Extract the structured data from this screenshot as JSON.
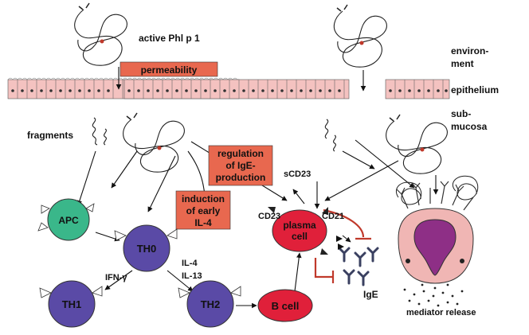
{
  "labels": {
    "active_phl": "active Phl p 1",
    "environment_1": "environ-",
    "environment_2": "ment",
    "epithelium": "epithelium",
    "submucosa_1": "sub-",
    "submucosa_2": "mucosa",
    "fragments": "fragments",
    "ifn_gamma": "IFN-γ",
    "il4": "IL-4",
    "il13": "IL-13",
    "scd23": "sCD23",
    "cd23": "CD23",
    "cd21": "CD21",
    "ige": "IgE",
    "mediator_release": "mediator release"
  },
  "boxes": {
    "permeability": "permeability",
    "regulation": [
      "regulation",
      "of IgE-",
      "production"
    ],
    "induction": [
      "induction",
      "of early",
      "IL-4"
    ]
  },
  "cells": {
    "apc": "APC",
    "th0": "TH0",
    "th1": "TH1",
    "th2": "TH2",
    "bcell": "B cell",
    "plasma": [
      "plasma",
      "cell"
    ]
  },
  "colors": {
    "box_fill": "#e8684f",
    "apc_fill": "#3ab78a",
    "th_fill": "#5a4aa6",
    "red_cell_fill": "#e0203a",
    "epithelium_fill": "#f4c2c0",
    "mast_outer": "#f0b6b4",
    "mast_inner": "#8e2f86",
    "ige_color": "#3a4060",
    "inhibit_color": "#c0392b"
  }
}
